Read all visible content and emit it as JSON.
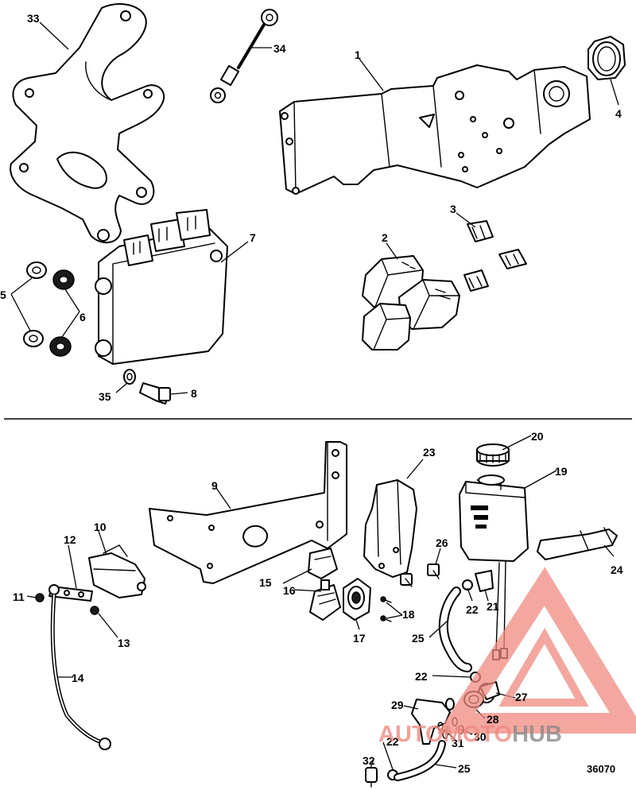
{
  "diagram": {
    "figure_number": "36070",
    "callouts": [
      "33",
      "34",
      "1",
      "4",
      "3",
      "2",
      "7",
      "5",
      "6",
      "35",
      "8",
      "20",
      "23",
      "19",
      "9",
      "10",
      "12",
      "26",
      "24",
      "15",
      "16",
      "11",
      "22",
      "21",
      "18",
      "13",
      "17",
      "25",
      "14",
      "22",
      "27",
      "29",
      "28",
      "30",
      "31",
      "22",
      "32",
      "25"
    ]
  },
  "watermark": {
    "brand_part1": "AUTOMOTO",
    "brand_part2": "HUB",
    "color_primary": "#f08a80",
    "color_secondary": "#8a8a8a",
    "triangle_color": "#f08a80"
  }
}
